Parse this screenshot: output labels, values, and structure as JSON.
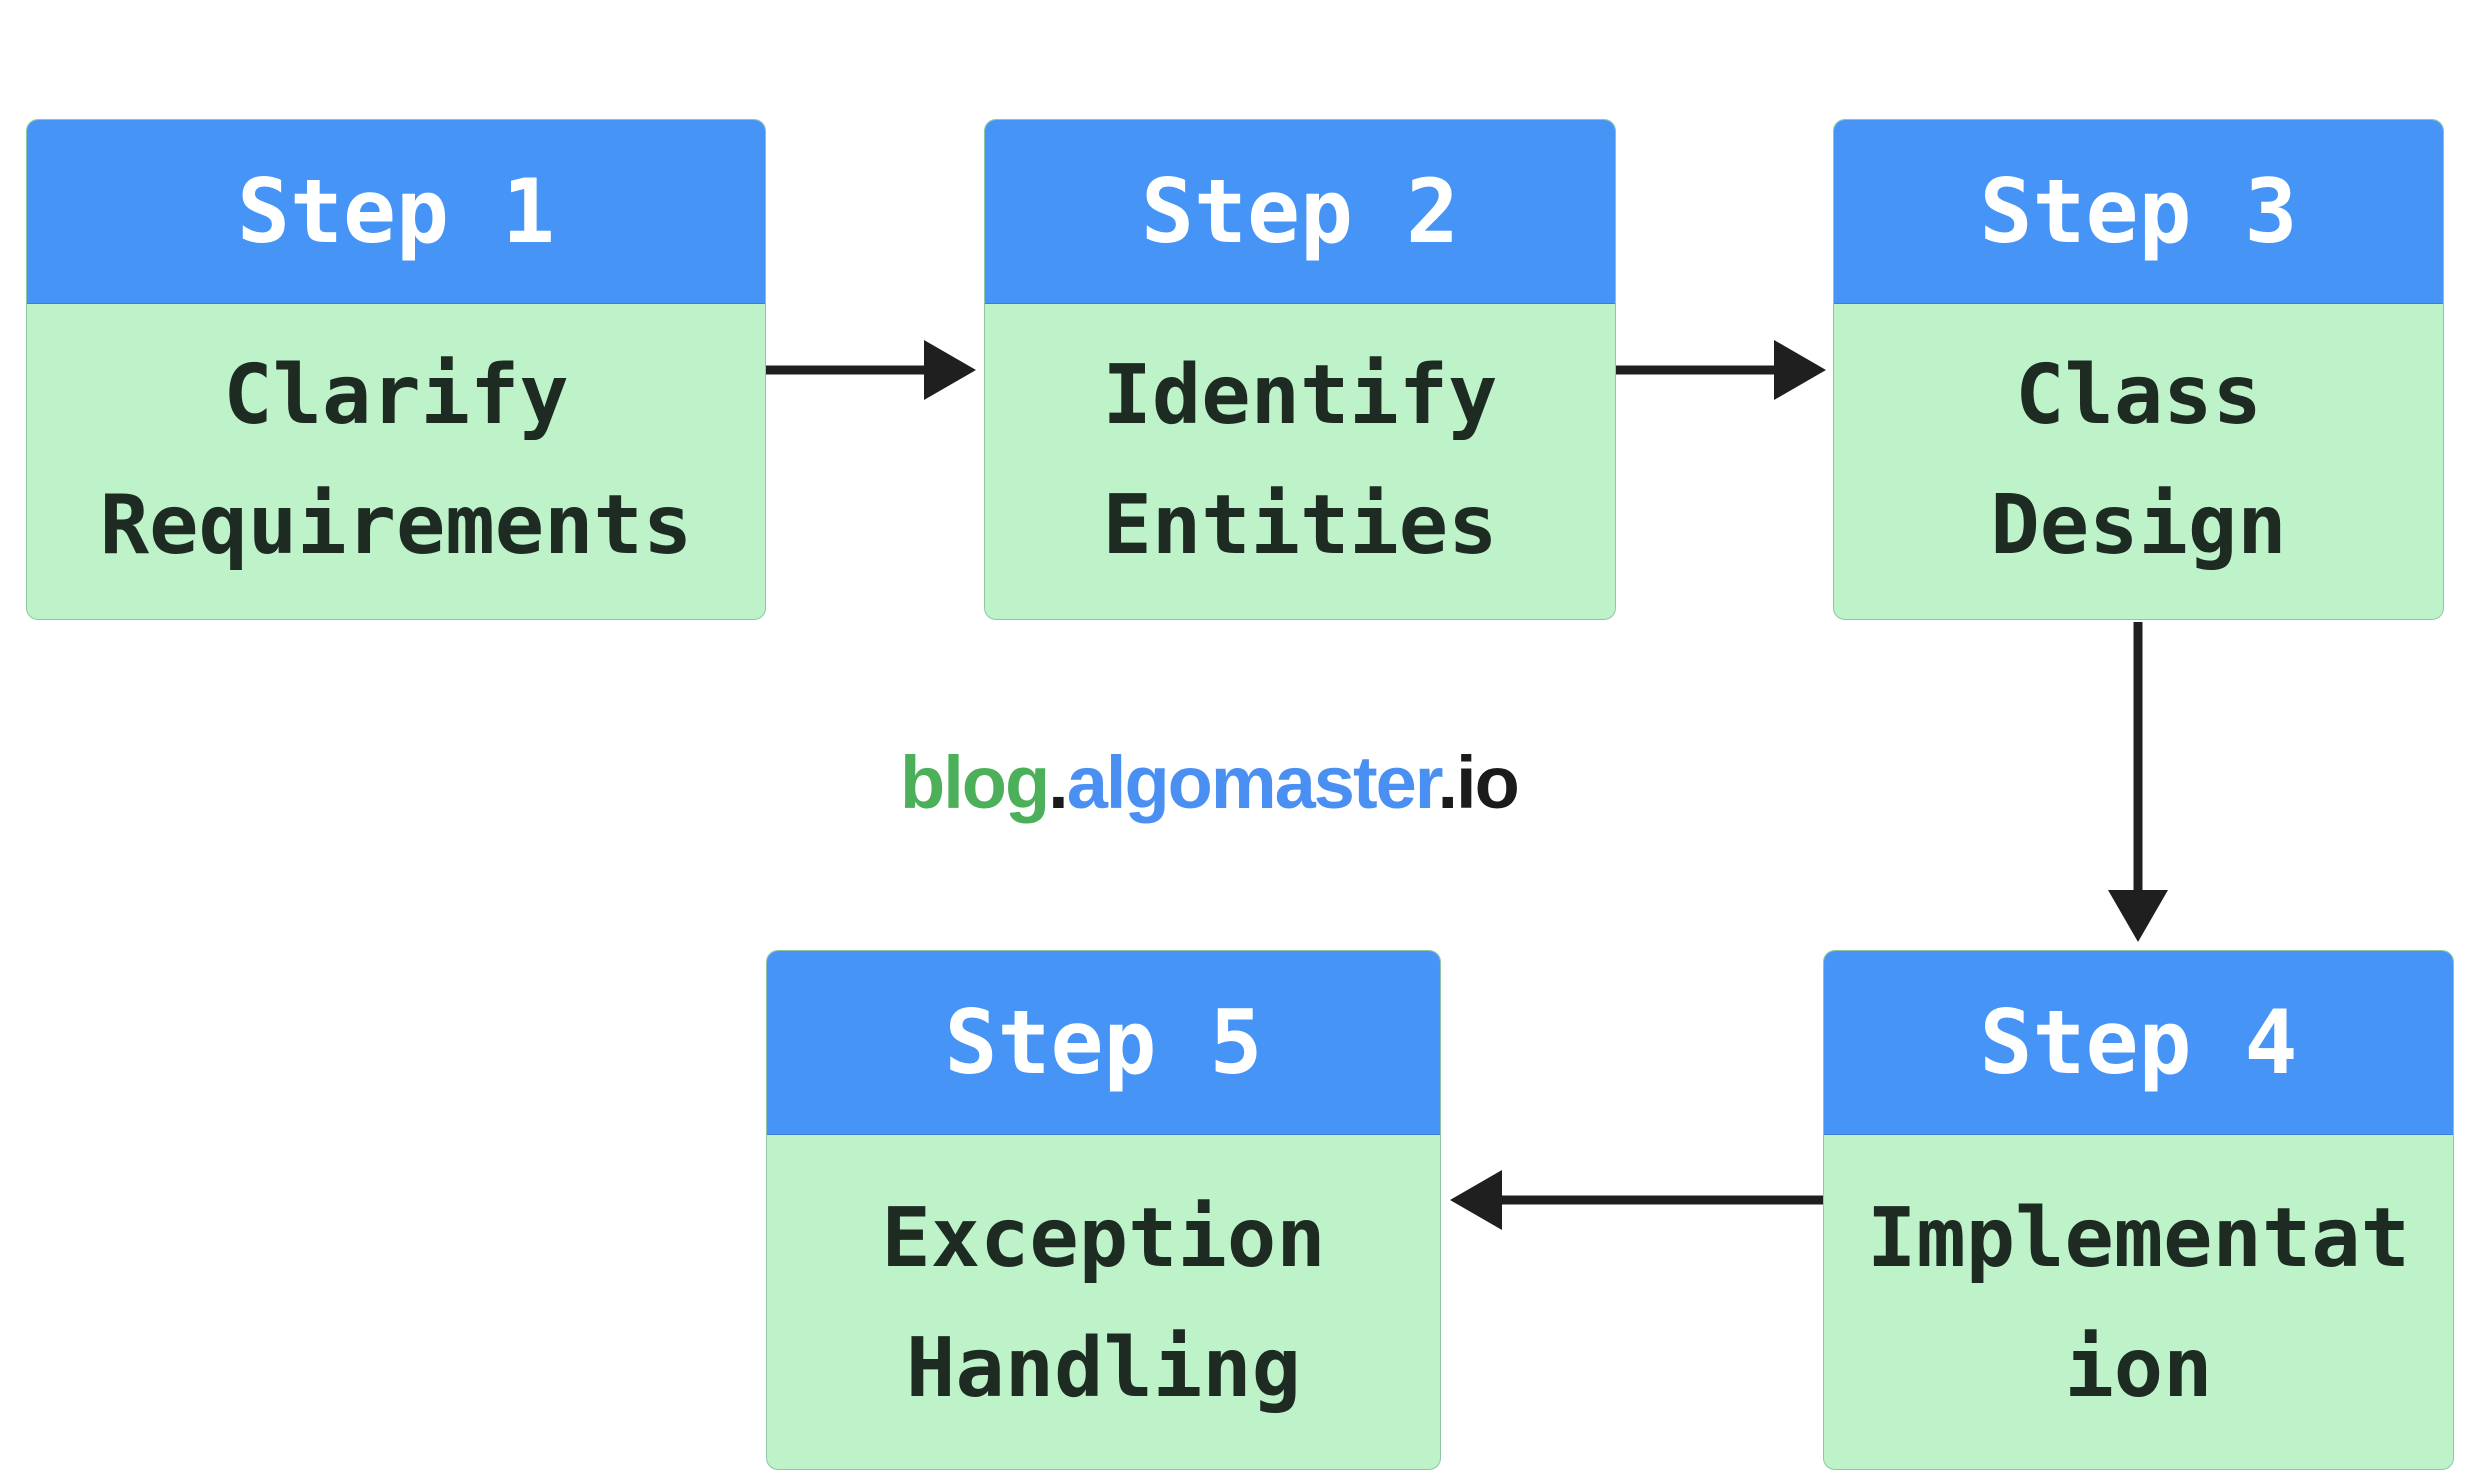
{
  "steps": [
    {
      "title": "Step 1",
      "lines": [
        "Clarify",
        "Requirements"
      ]
    },
    {
      "title": "Step 2",
      "lines": [
        "Identify",
        "Entities"
      ]
    },
    {
      "title": "Step 3",
      "lines": [
        "Class",
        "Design"
      ]
    },
    {
      "title": "Step 4",
      "lines": [
        "Implementat",
        "ion"
      ]
    },
    {
      "title": "Step 5",
      "lines": [
        "Exception",
        "Handling"
      ]
    }
  ],
  "watermark": {
    "part1": "blog",
    "dot1": ".",
    "part2": "algomaster",
    "dot2": ".",
    "part3": "io"
  },
  "colors": {
    "header": "#4695f6",
    "body": "#bef2c9",
    "arrow": "#1f1f1f",
    "watermark_green": "#4caf5a",
    "watermark_blue": "#4a8ff2"
  }
}
